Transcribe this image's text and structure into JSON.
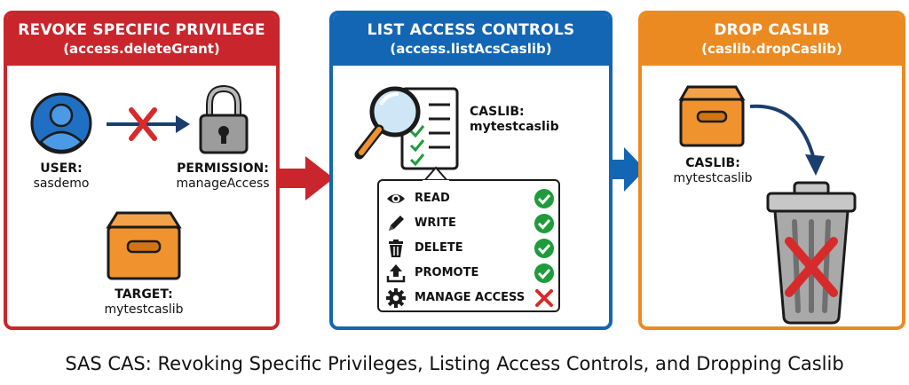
{
  "panels": {
    "revoke": {
      "title": "REVOKE SPECIFIC PRIVILEGE",
      "subtitle": "(access.deleteGrant)",
      "user_label": "USER:",
      "user_value": "sasdemo",
      "permission_label": "PERMISSION:",
      "permission_value": "manageAccess",
      "target_label": "TARGET:",
      "target_value": "mytestcaslib"
    },
    "list": {
      "title": "LIST ACCESS CONTROLS",
      "subtitle": "(access.listAcsCaslib)",
      "caslib_label": "CASLIB:",
      "caslib_value": "mytestcaslib",
      "permissions": [
        {
          "label": "READ",
          "icon": "eye-icon",
          "status": "granted"
        },
        {
          "label": "WRITE",
          "icon": "pencil-icon",
          "status": "granted"
        },
        {
          "label": "DELETE",
          "icon": "trash-icon",
          "status": "granted"
        },
        {
          "label": "PROMOTE",
          "icon": "upload-icon",
          "status": "granted"
        },
        {
          "label": "MANAGE ACCESS",
          "icon": "gear-icon",
          "status": "denied"
        }
      ]
    },
    "drop": {
      "title": "DROP CASLIB",
      "subtitle": "(caslib.dropCaslib)",
      "caslib_label": "CASLIB:",
      "caslib_value": "mytestcaslib"
    }
  },
  "caption": "SAS CAS: Revoking Specific Privileges, Listing Access Controls, and Dropping Caslib",
  "colors": {
    "red": "#c8262c",
    "blue": "#1366b4",
    "orange": "#ec8a22",
    "green": "#1e9b3a",
    "box_orange": "#f0922e"
  }
}
